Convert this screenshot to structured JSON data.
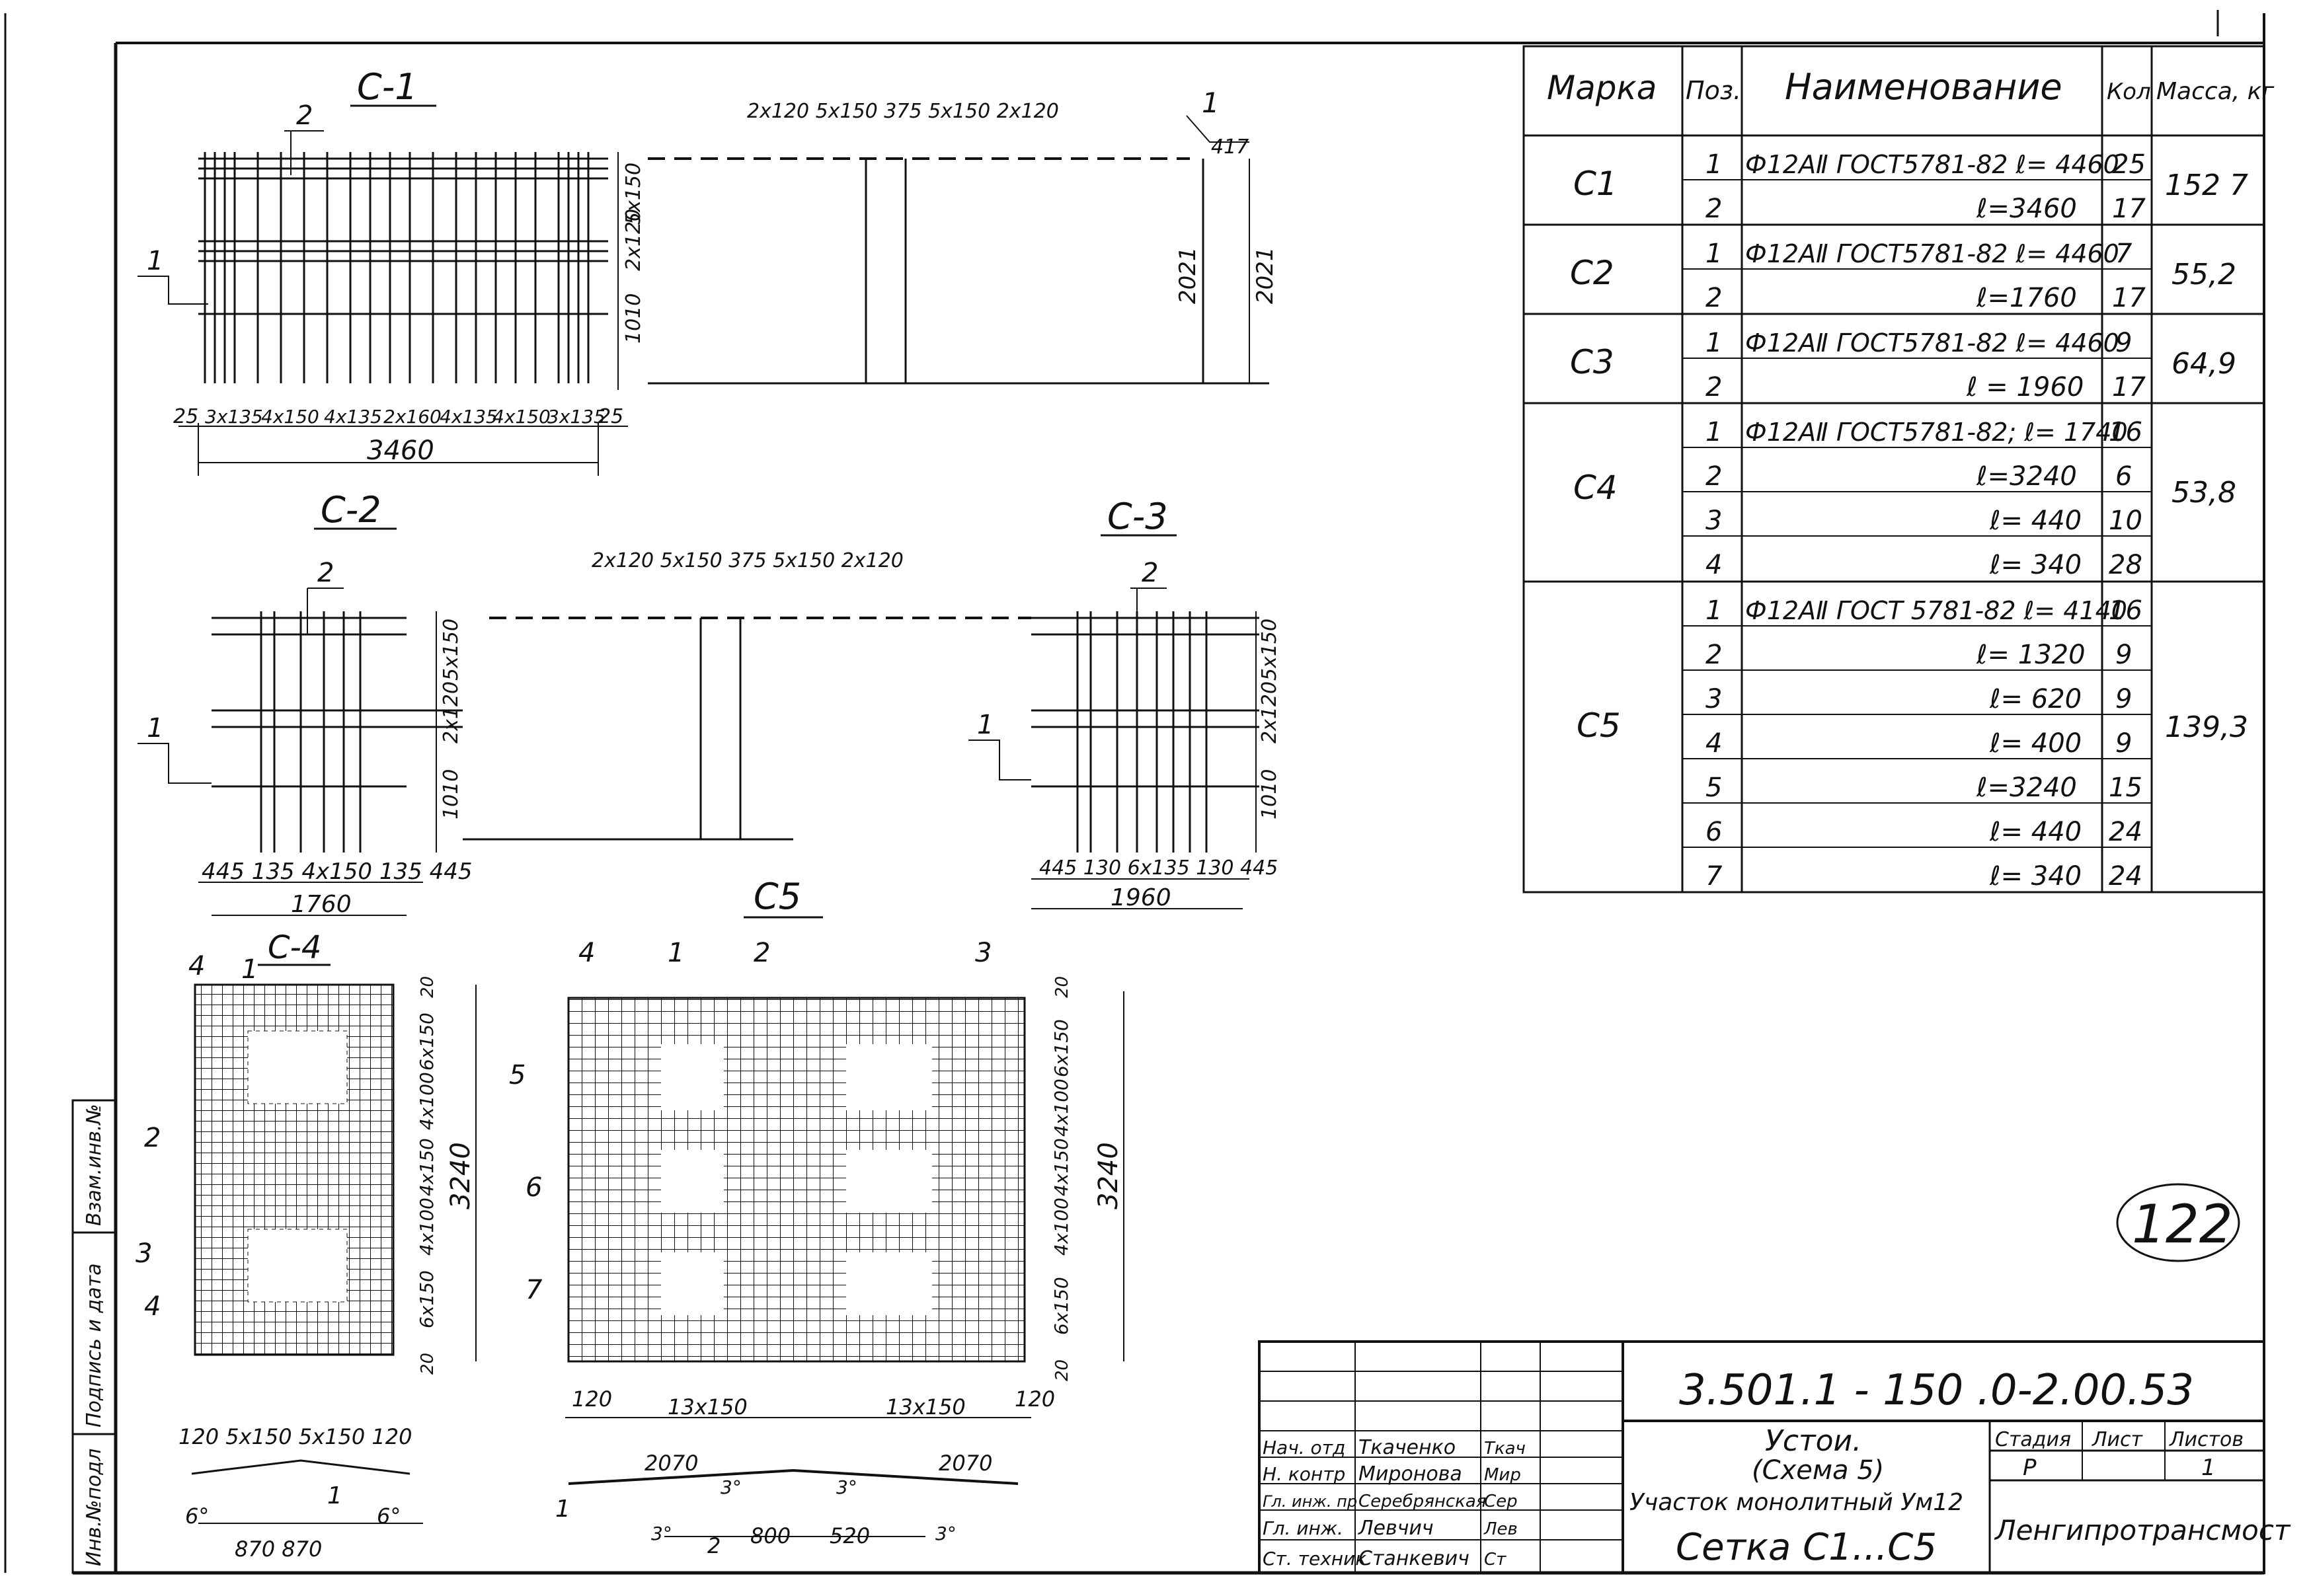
{
  "views": {
    "c1_title": "С-1",
    "c2_title": "С-2",
    "c3_title": "С-3",
    "c4_title": "С-4",
    "c5_title": "С5",
    "c1": {
      "bottom_dims": [
        "25",
        "3х135",
        "4х150",
        "4х135",
        "2х160",
        "4х135",
        "4х150",
        "3х135",
        "25"
      ],
      "total": "3460",
      "right_dims": [
        "5х150",
        "2х120",
        "1010"
      ],
      "top_section_dims": "2х120  5х150  375  5х150  2х120",
      "section_height_a": "2021",
      "section_height_b": "2021",
      "section_top": "417",
      "pos_1": "1",
      "pos_2": "2"
    },
    "c2": {
      "bottom_dims": "445 135 4х150 135 445",
      "total": "1760",
      "right_dims": [
        "5х150",
        "2х120",
        "1010"
      ],
      "top_section_dims": "2х120  5х150  375  5х150  2х120",
      "pos_1": "1",
      "pos_2": "2"
    },
    "c3": {
      "bottom_dims": "445 130 6х135 130 445",
      "total": "1960",
      "right_dims": [
        "5х150",
        "2х120",
        "1010"
      ],
      "pos_1": "1",
      "pos_2": "2"
    },
    "c4": {
      "right_dims": [
        "20",
        "6х150",
        "4х100",
        "4х150",
        "4х100",
        "6х150",
        "20"
      ],
      "height": "3240",
      "pos": [
        "4",
        "1",
        "2",
        "3",
        "4"
      ],
      "bottom_dims": "120  5х150  5х150  120",
      "bend_dims": "870  870",
      "angle_left": "6°",
      "angle_right": "6°",
      "pos_bend": "1"
    },
    "c5": {
      "right_dims": [
        "20",
        "6х150",
        "4х100",
        "4х150",
        "4х100",
        "6х150",
        "20"
      ],
      "height": "3240",
      "top_pos": [
        "4",
        "1",
        "2",
        "3"
      ],
      "left_pos": [
        "5",
        "6",
        "7"
      ],
      "bottom_dims": [
        "120",
        "13х150",
        "13х150",
        "120"
      ],
      "bend_dims": [
        "2070",
        "2070"
      ],
      "angle_a": "3°",
      "angle_b": "3°",
      "angle_c": "3°",
      "angle_d": "3°",
      "bend2_dims": [
        "800",
        "520"
      ],
      "pos_bend_1": "1",
      "pos_bend_2": "2"
    }
  },
  "spec_table": {
    "headers": [
      "Марка",
      "Поз.",
      "Наименование",
      "Кол",
      "Масса, кг"
    ],
    "groups": [
      {
        "mark": "С1",
        "mass": "152 7",
        "rows": [
          {
            "pos": "1",
            "name": "Ф12АⅡ ГОСТ5781-82  ℓ= 4460",
            "qty": "25"
          },
          {
            "pos": "2",
            "name": "ℓ=3460",
            "qty": "17"
          }
        ]
      },
      {
        "mark": "С2",
        "mass": "55,2",
        "rows": [
          {
            "pos": "1",
            "name": "Ф12АⅡ ГОСТ5781-82 ℓ= 4460",
            "qty": "7"
          },
          {
            "pos": "2",
            "name": "ℓ=1760",
            "qty": "17"
          }
        ]
      },
      {
        "mark": "С3",
        "mass": "64,9",
        "rows": [
          {
            "pos": "1",
            "name": "Ф12АⅡ ГОСТ5781-82 ℓ= 4460",
            "qty": "9"
          },
          {
            "pos": "2",
            "name": "ℓ = 1960",
            "qty": "17"
          }
        ]
      },
      {
        "mark": "С4",
        "mass": "53,8",
        "rows": [
          {
            "pos": "1",
            "name": "Ф12АⅡ ГОСТ5781-82; ℓ= 1740",
            "qty": "16"
          },
          {
            "pos": "2",
            "name": "ℓ=3240",
            "qty": "6"
          },
          {
            "pos": "3",
            "name": "ℓ= 440",
            "qty": "10"
          },
          {
            "pos": "4",
            "name": "ℓ= 340",
            "qty": "28"
          }
        ]
      },
      {
        "mark": "С5",
        "mass": "139,3",
        "rows": [
          {
            "pos": "1",
            "name": "Ф12АⅡ ГОСТ 5781-82 ℓ= 4140",
            "qty": "16"
          },
          {
            "pos": "2",
            "name": "ℓ= 1320",
            "qty": "9"
          },
          {
            "pos": "3",
            "name": "ℓ= 620",
            "qty": "9"
          },
          {
            "pos": "4",
            "name": "ℓ= 400",
            "qty": "9"
          },
          {
            "pos": "5",
            "name": "ℓ=3240",
            "qty": "15"
          },
          {
            "pos": "6",
            "name": "ℓ= 440",
            "qty": "24"
          },
          {
            "pos": "7",
            "name": "ℓ= 340",
            "qty": "24"
          }
        ]
      }
    ]
  },
  "sheet_number": "122",
  "left_strip": [
    "Инв.№подл",
    "Подпись и дата",
    "Взам.инв.№"
  ],
  "title_block": {
    "doc_code": "3.501.1 - 150  .0-2.00.53",
    "people": [
      {
        "role": "Нач. отд",
        "name": "Ткаченко",
        "sign": "Ткач"
      },
      {
        "role": "Н. контр",
        "name": "Миронова",
        "sign": "Мир"
      },
      {
        "role": "Гл. инж. пр",
        "name": "Серебрянская",
        "sign": "Сер"
      },
      {
        "role": "Гл. инж.",
        "name": "Левчич",
        "sign": "Лев"
      },
      {
        "role": "Ст. техник",
        "name": "Станкевич",
        "sign": "Ст"
      }
    ],
    "object_line1": "Устои.",
    "object_line2": "(Схема 5)",
    "object_line3": "Участок монолитный Ум12",
    "drawing_name": "Сетка С1...С5",
    "stage_label": "Стадия",
    "sheet_label": "Лист",
    "sheets_label": "Листов",
    "stage_value": "Р",
    "sheets_value": "1",
    "organization": "Ленгипротрансмост"
  }
}
